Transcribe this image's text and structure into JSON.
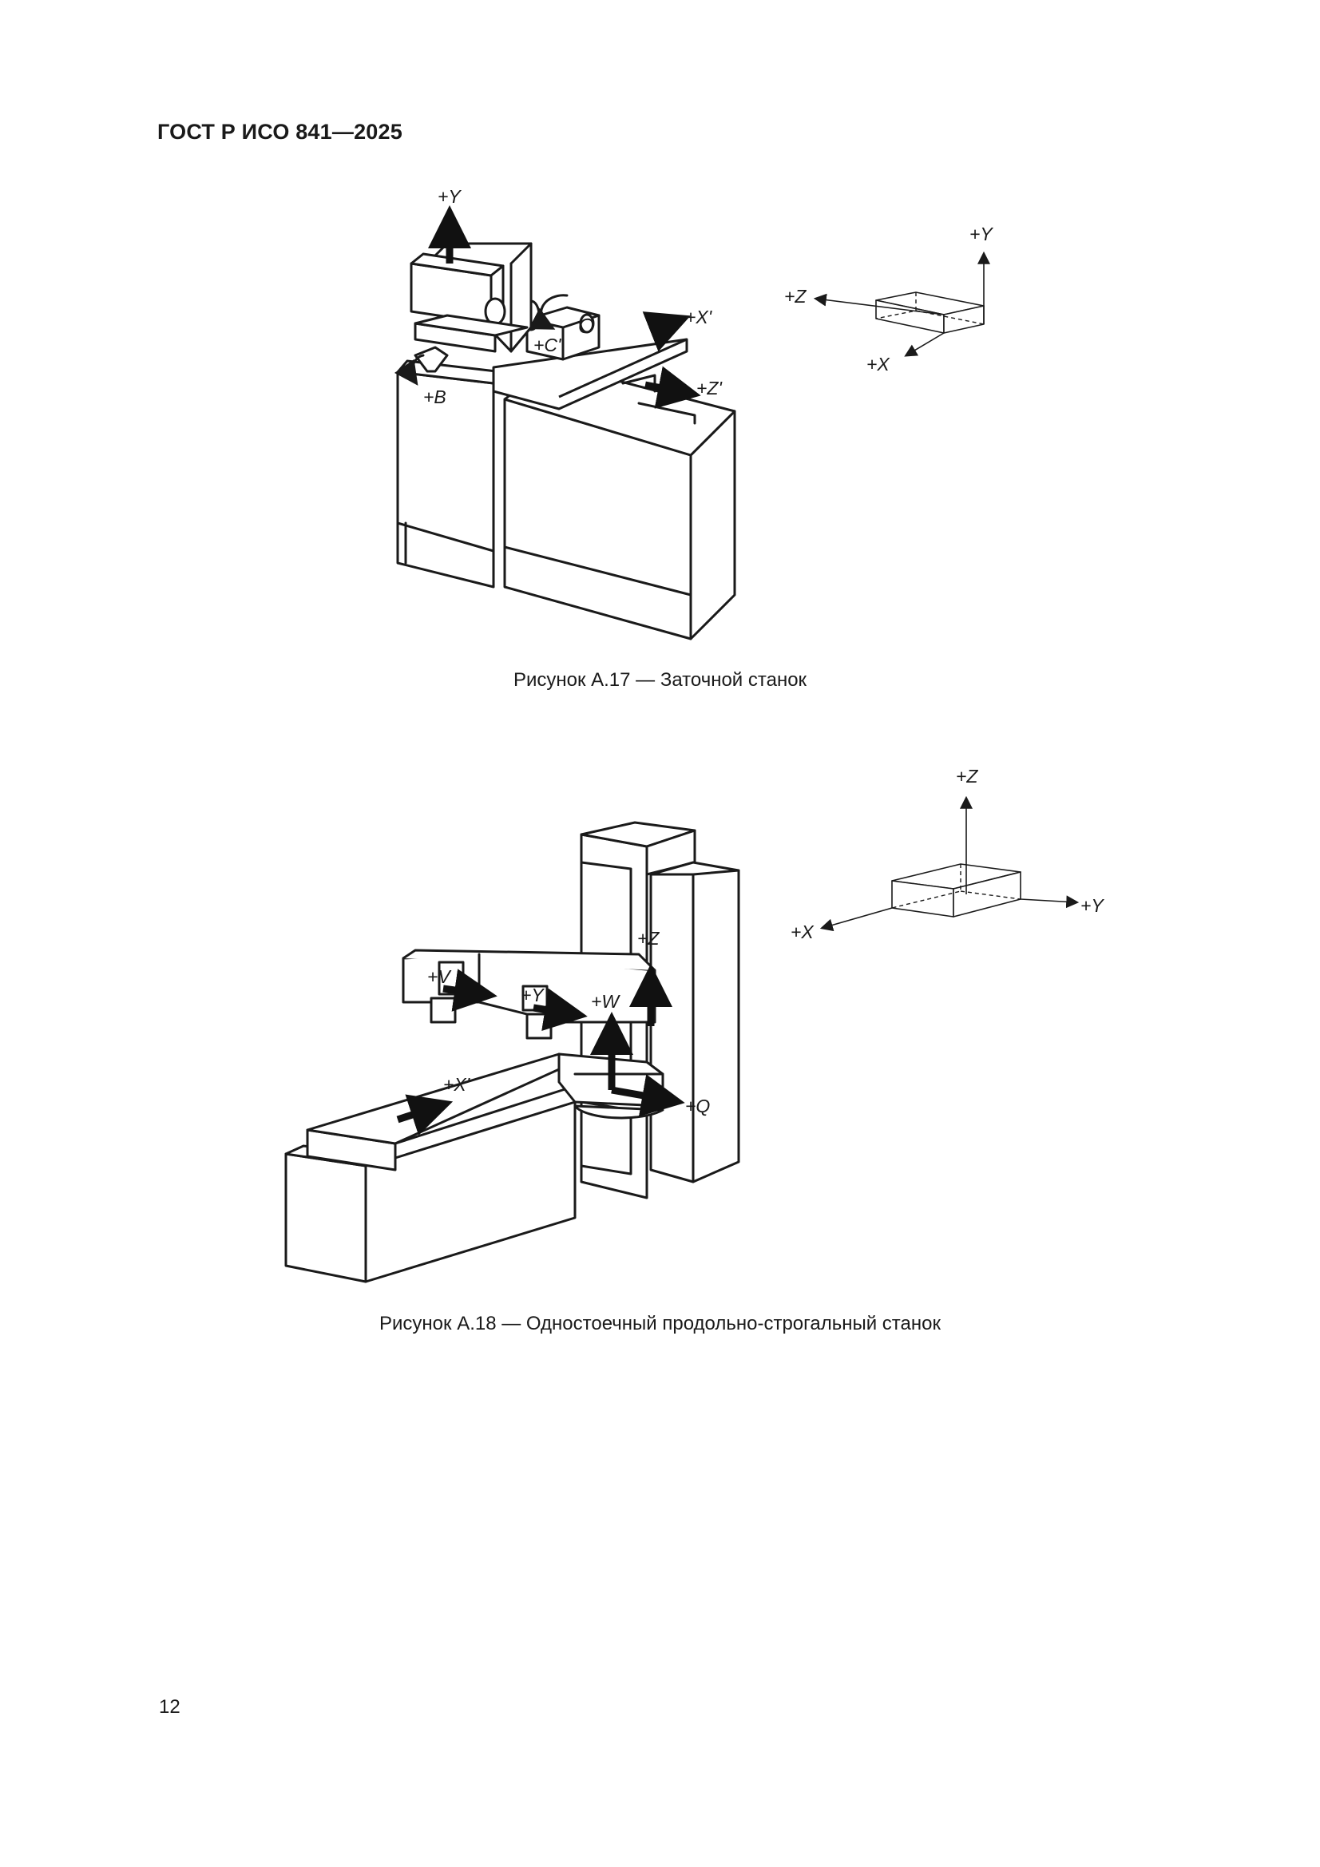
{
  "header": {
    "title": "ГОСТ Р ИСО 841—2025"
  },
  "figure_a17": {
    "caption": "Рисунок А.17 — Заточной станок",
    "machine_labels": {
      "y": "+Y",
      "x_prime": "+X'",
      "c_prime": "+C'",
      "z_prime": "+Z'",
      "b": "+B"
    },
    "axis_labels": {
      "y": "+Y",
      "z": "+Z",
      "x": "+X"
    }
  },
  "figure_a18": {
    "caption": "Рисунок А.18 — Одностоечный продольно-строгальный станок",
    "machine_labels": {
      "z": "+Z",
      "v": "+V",
      "y": "+Y",
      "w": "+W",
      "x_prime": "+X'",
      "q": "+Q"
    },
    "axis_labels": {
      "z": "+Z",
      "y": "+Y",
      "x": "+X"
    }
  },
  "footer": {
    "page_number": "12"
  }
}
